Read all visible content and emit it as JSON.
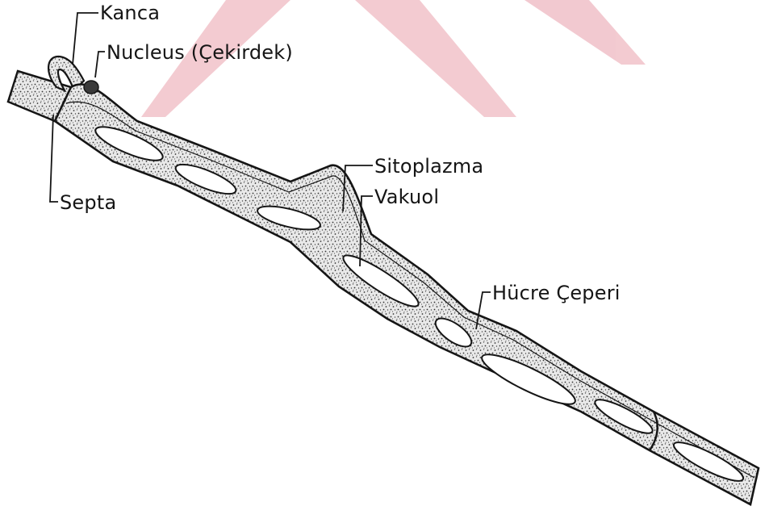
{
  "labels": {
    "kanca": "Kanca",
    "nucleus": "Nucleus (Çekirdek)",
    "septa": "Septa",
    "sitoplazma": "Sitoplazma",
    "vakuol": "Vakuol",
    "hucre_ceperi": "Hücre Çeperi"
  },
  "colors": {
    "ink": "#151515",
    "watermark": "#c8102e",
    "cytoplasm_fill": "#dcdcdc",
    "vacuole_fill": "#ffffff"
  }
}
